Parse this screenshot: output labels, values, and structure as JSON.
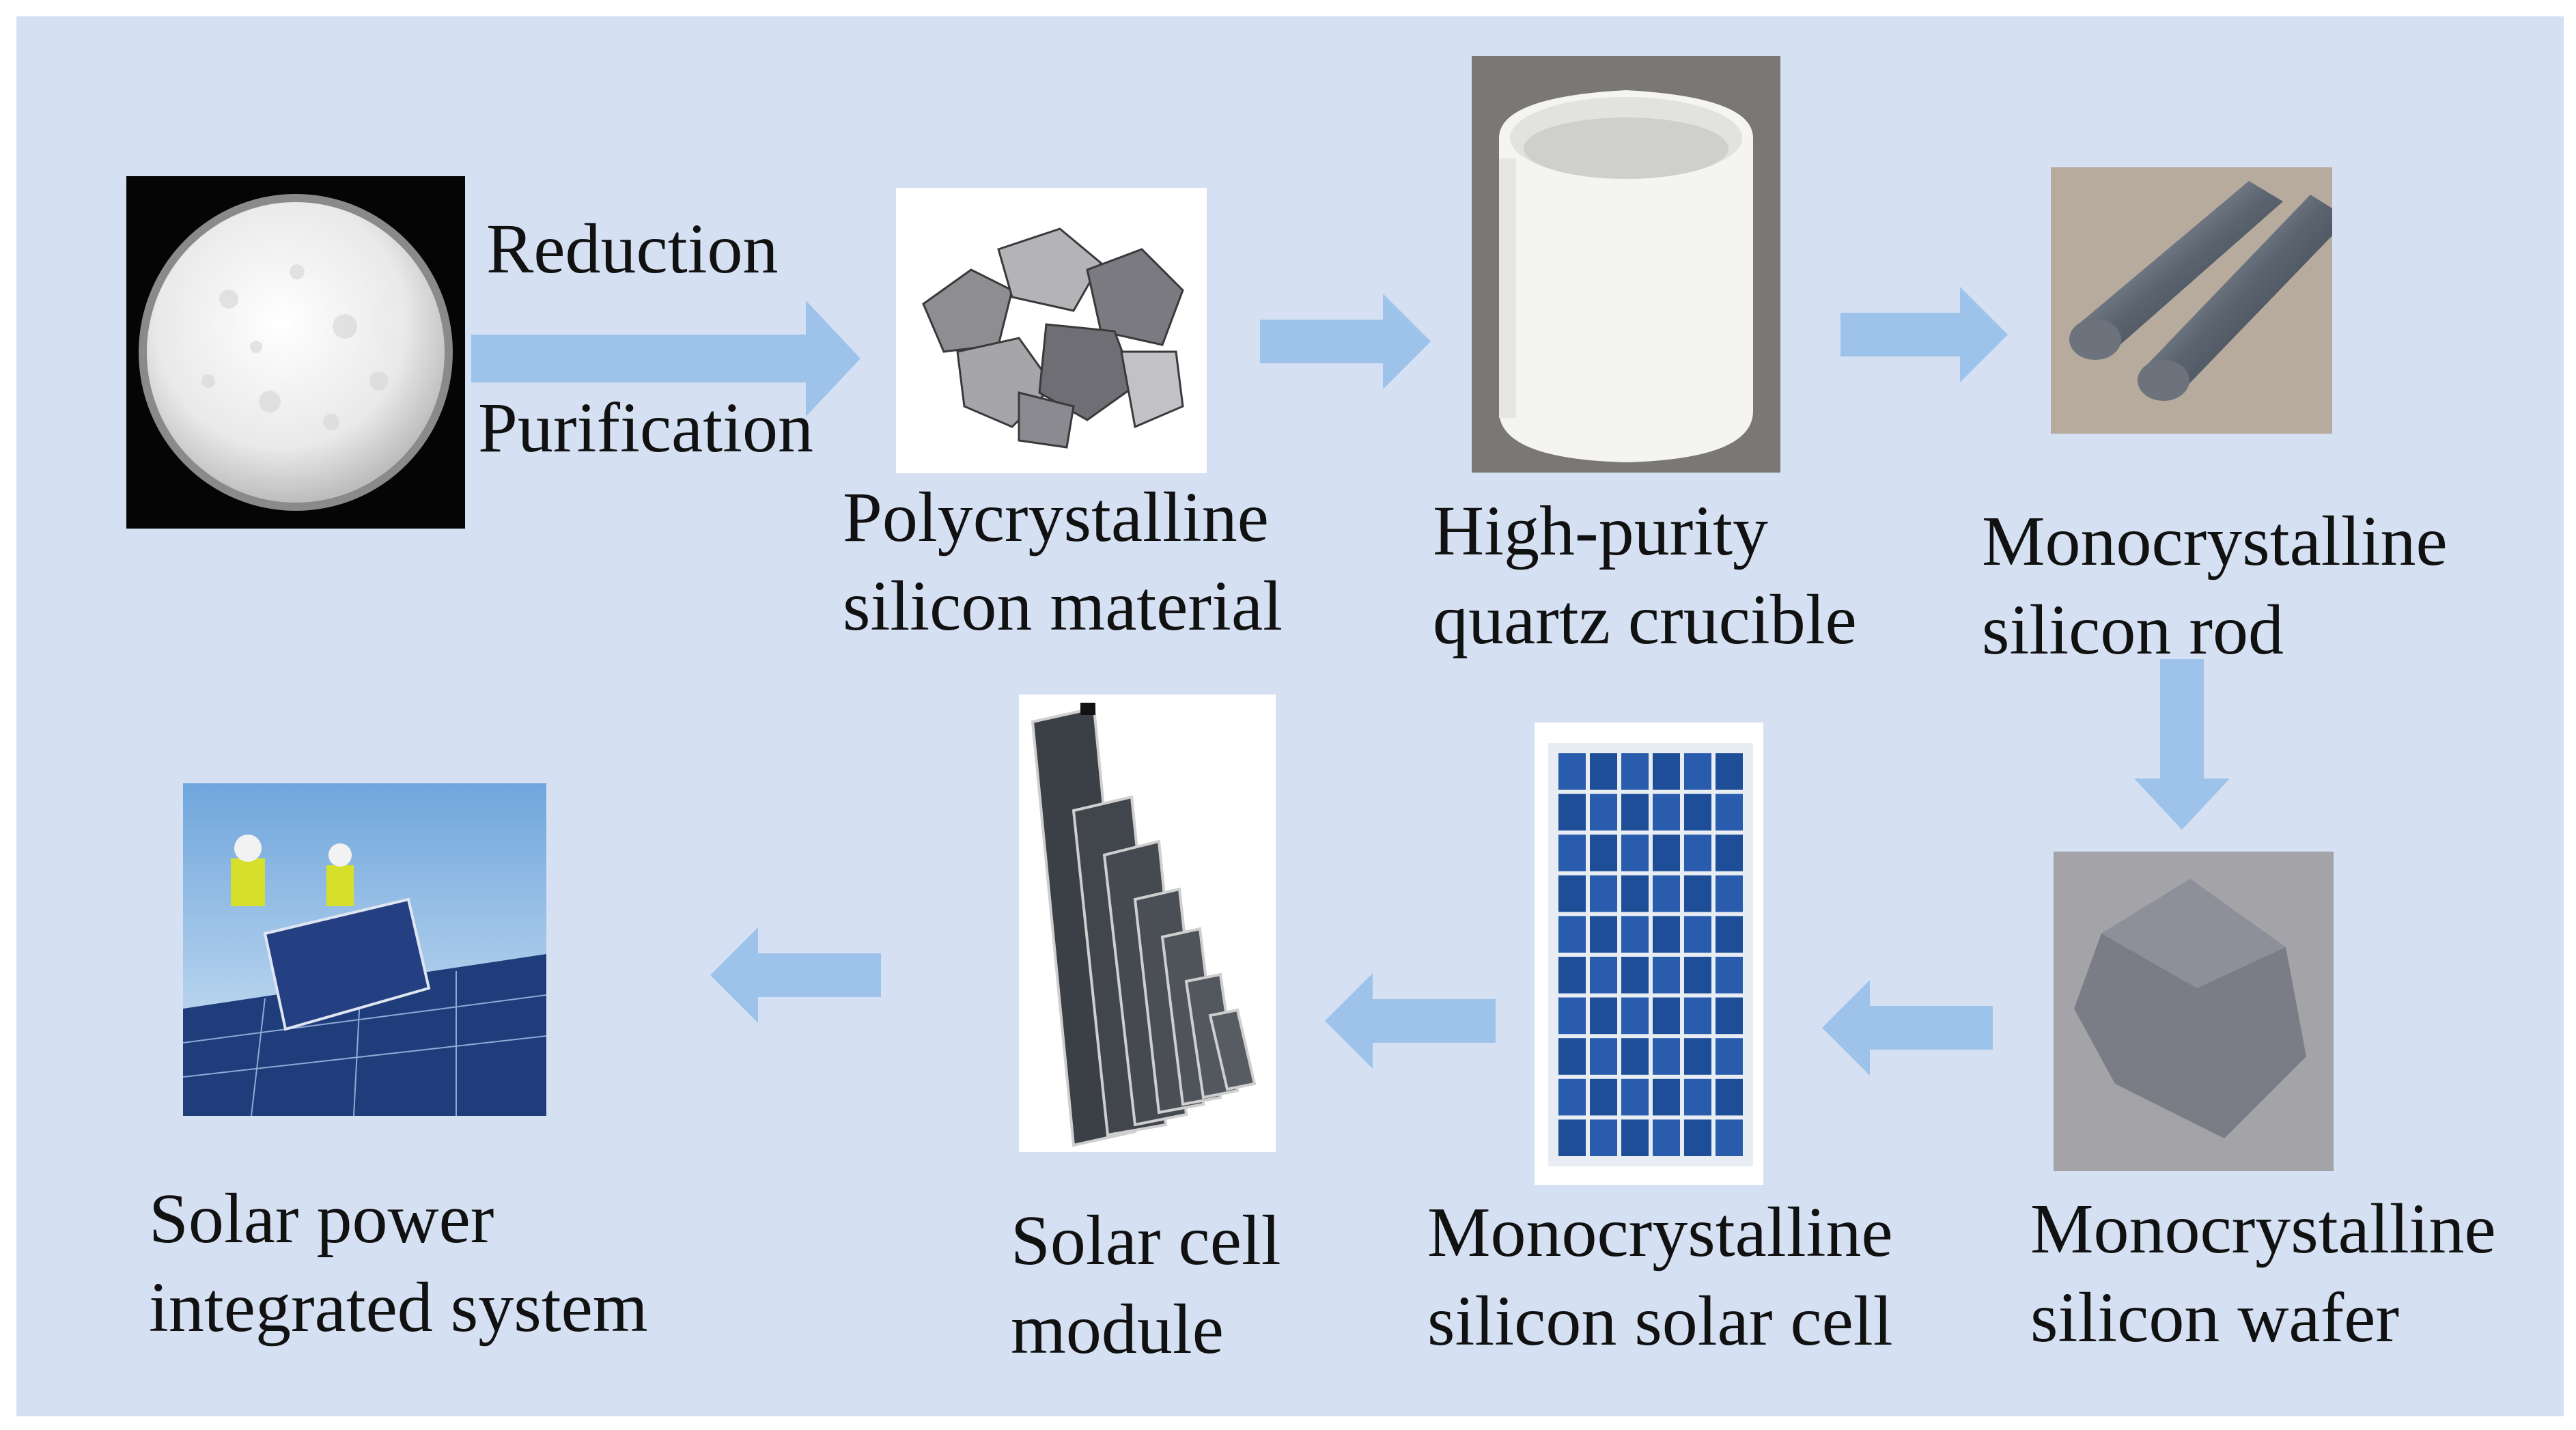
{
  "colors": {
    "background": "#d5e0f2",
    "arrow": "#9ec3ea",
    "text": "#111111"
  },
  "arrow_labels": {
    "top": "Reduction",
    "bottom": "Purification"
  },
  "steps": [
    {
      "icon": "silica-powder-dish-image",
      "lines": []
    },
    {
      "icon": "polysilicon-chunks-image",
      "lines": [
        "Polycrystalline",
        "silicon material"
      ]
    },
    {
      "icon": "quartz-crucible-image",
      "lines": [
        "High-purity",
        "quartz crucible"
      ]
    },
    {
      "icon": "silicon-rods-image",
      "lines": [
        "Monocrystalline",
        "silicon rod"
      ]
    },
    {
      "icon": "silicon-wafer-image",
      "lines": [
        "Monocrystalline",
        "silicon wafer"
      ]
    },
    {
      "icon": "solar-cell-image",
      "lines": [
        "Monocrystalline",
        "silicon solar cell"
      ]
    },
    {
      "icon": "solar-modules-image",
      "lines": [
        "Solar cell",
        "module"
      ]
    },
    {
      "icon": "installers-on-roof-image",
      "lines": [
        "Solar power",
        "integrated system"
      ]
    }
  ]
}
